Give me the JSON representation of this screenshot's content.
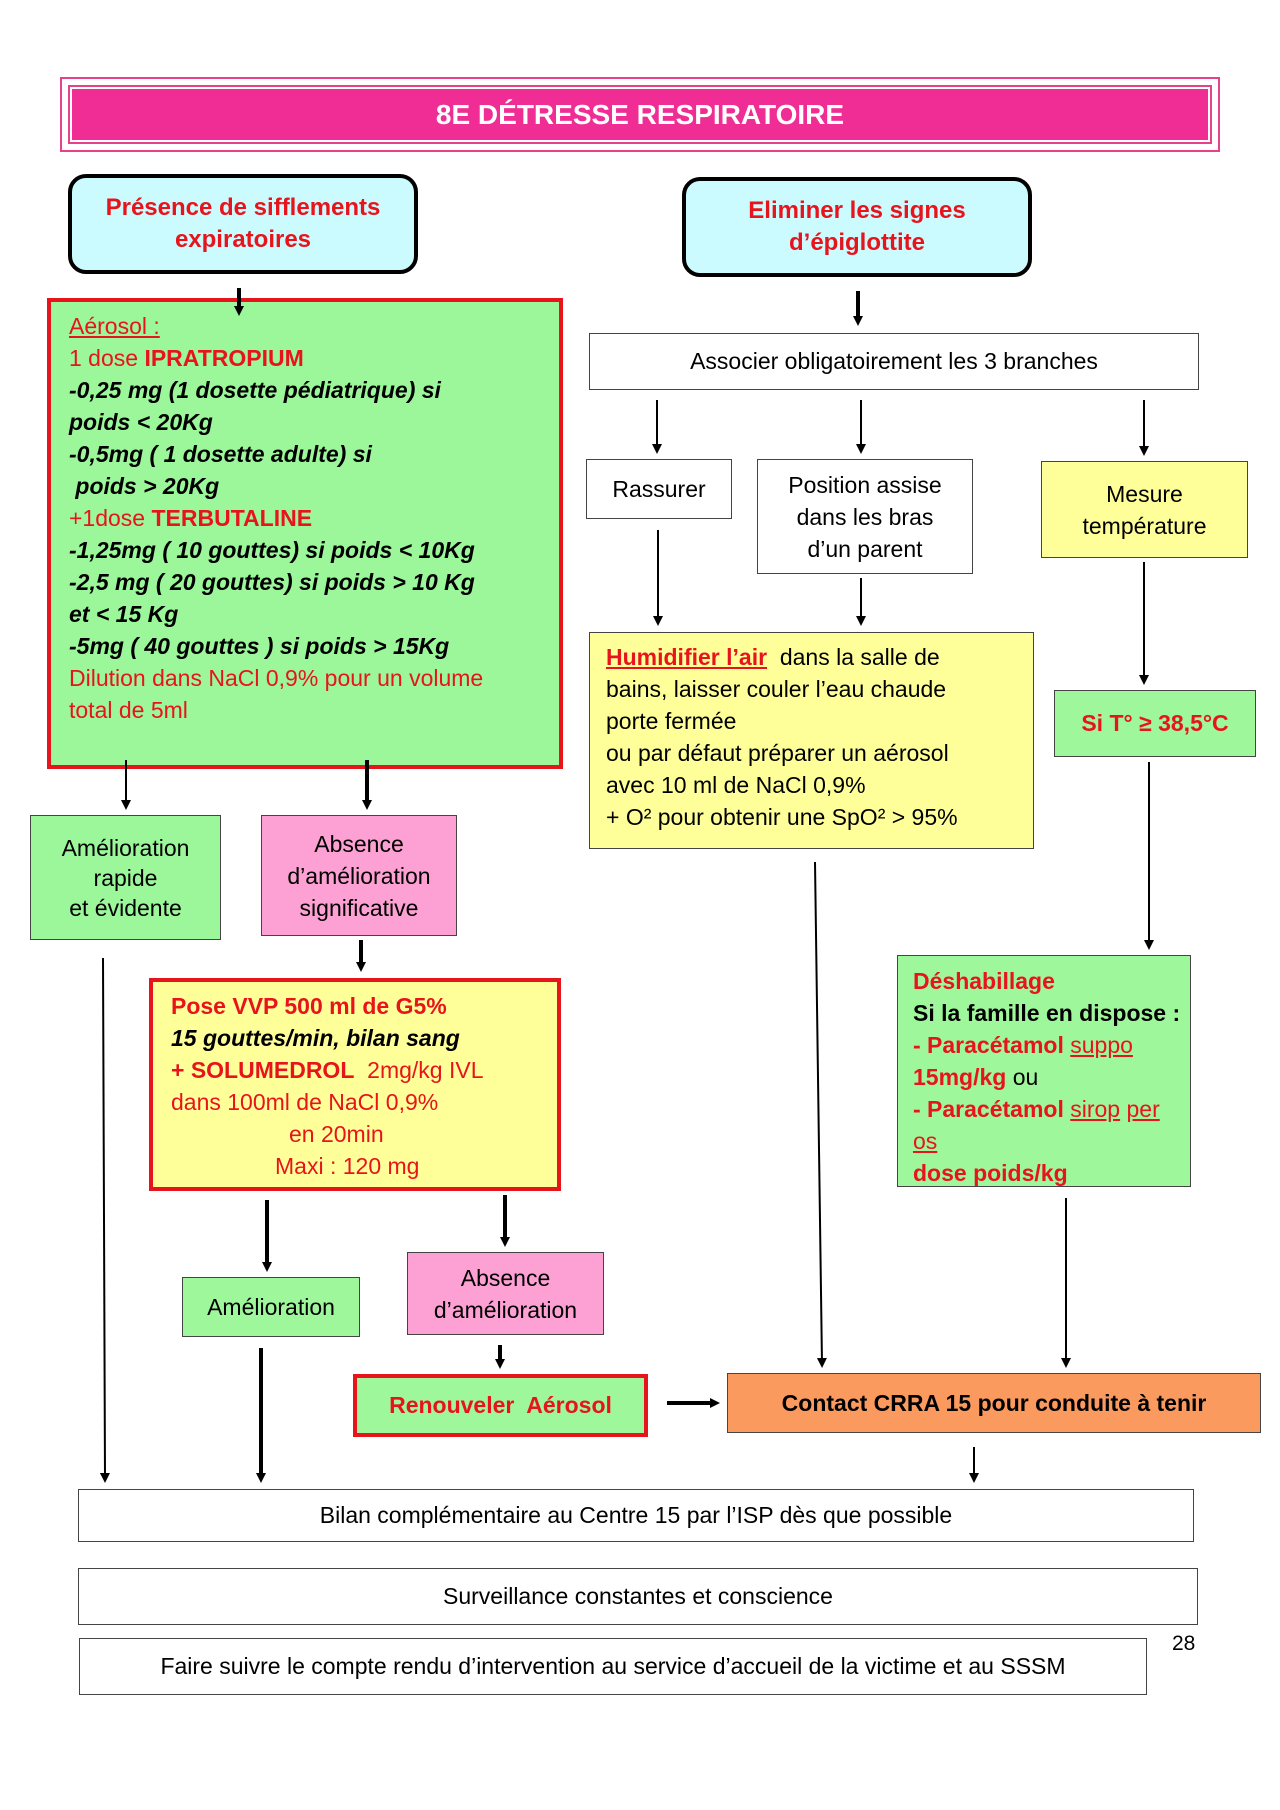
{
  "title": "8E  DÉTRESSE RESPIRATOIRE",
  "left_top": {
    "line1": "Présence de sifflements",
    "line2": "expiratoires"
  },
  "right_top": {
    "line1": "Eliminer les signes",
    "line2": "d’épiglottite"
  },
  "aerosol": {
    "heading": "Aérosol :",
    "ipra_prefix": "1 dose ",
    "ipra_name": "IPRATROPIUM",
    "ipra_l1": "-0,25 mg (1 dosette  pédiatrique) si",
    "ipra_l2": "poids < 20Kg",
    "ipra_l3": "-0,5mg ( 1 dosette adulte)  si",
    "ipra_l4": " poids > 20Kg",
    "terb_prefix": "+1dose ",
    "terb_name": "TERBUTALINE",
    "terb_l1": "-1,25mg ( 10 gouttes) si poids < 10Kg",
    "terb_l2": "-2,5 mg ( 20 gouttes) si  poids > 10 Kg",
    "terb_l3": "et  < 15 Kg",
    "terb_l4": "-5mg ( 40 gouttes ) si poids > 15Kg",
    "dilution_l1": "Dilution dans NaCl 0,9% pour un volume",
    "dilution_l2": "total de 5ml"
  },
  "amelioration_rapide": {
    "l1": "Amélioration",
    "l2": "rapide",
    "l3": "et évidente"
  },
  "absence_significative": {
    "l1": "Absence",
    "l2": "d’amélioration",
    "l3": "significative"
  },
  "vvp": {
    "l1": "Pose VVP 500 ml de G5%",
    "l2": "15 gouttes/min, bilan sang",
    "l3_prefix": "+ SOLUMEDROL",
    "l3_suffix": "  2mg/kg IVL",
    "l4": "dans 100ml de NaCl 0,9%",
    "l5": "en 20min",
    "l6": "Maxi : 120 mg"
  },
  "amelioration": "Amélioration",
  "absence_amelioration": {
    "l1": "Absence",
    "l2": "d’amélioration"
  },
  "renouveler": "Renouveler  Aérosol",
  "associer": "Associer obligatoirement les 3 branches",
  "rassurer": "Rassurer",
  "position": {
    "l1": "Position assise",
    "l2": "dans les bras",
    "l3": "d’un parent"
  },
  "mesure": {
    "l1": "Mesure",
    "l2": "température"
  },
  "humidifier": {
    "heading": "Humidifier l’air",
    "l1_suffix": "  dans la salle de",
    "l2": "bains, laisser couler l’eau chaude",
    "l3": "porte fermée",
    "l4": "ou par défaut préparer un aérosol",
    "l5": "avec 10 ml de NaCl 0,9%",
    "l6": "+ O² pour obtenir une SpO² > 95%"
  },
  "temp_threshold": "Si T° ≥ 38,5°C",
  "deshabillage": {
    "l1": "Déshabillage",
    "l2": "Si la famille en dispose :",
    "l3_a": "- Paracétamol",
    "l3_b": "suppo",
    "l4_a": "15mg/kg",
    "l4_b": " ou",
    "l5_a": "- Paracétamol",
    "l5_b": "sirop",
    "l5_c": "per os",
    "l6": "dose poids/kg"
  },
  "contact": "Contact CRRA 15 pour conduite à tenir",
  "bilan": "Bilan complémentaire au Centre 15 par l’ISP dès que possible",
  "surveillance": "Surveillance constantes et conscience",
  "compte_rendu": "Faire suivre le compte rendu d’intervention au service d’accueil de la victime et au SSSM",
  "page_number": "28"
}
